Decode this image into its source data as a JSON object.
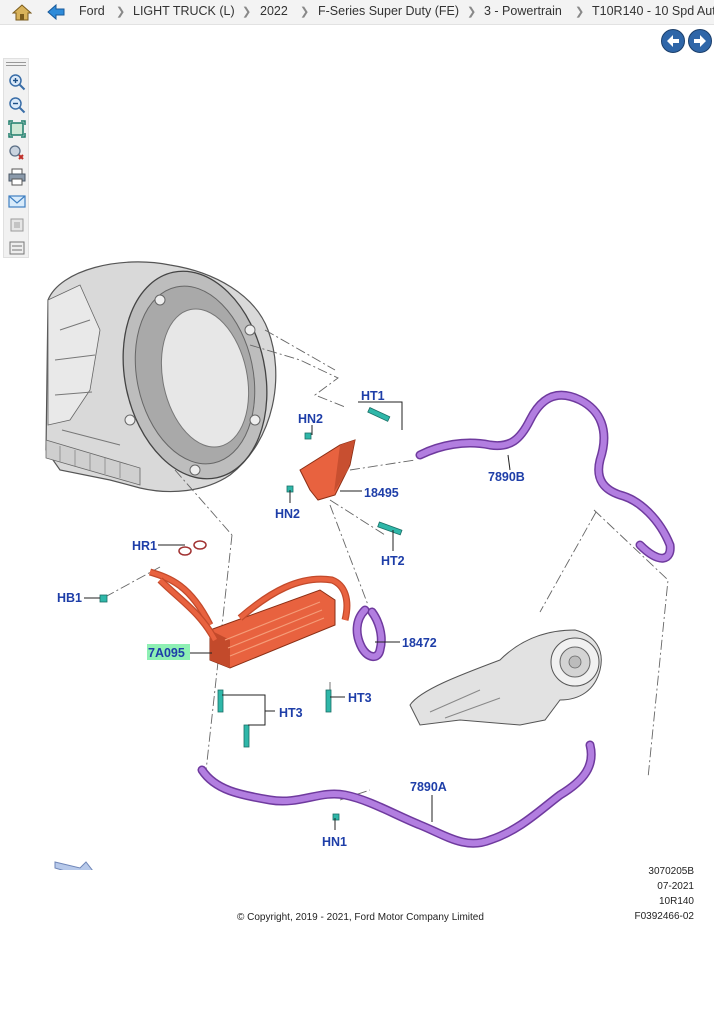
{
  "breadcrumb": {
    "items": [
      "Ford",
      "LIGHT TRUCK (L)",
      "2022",
      "F-Series Super Duty (FE)",
      "3 - Powertrain",
      "T10R140 - 10 Spd Aut"
    ]
  },
  "toolbar": {
    "tools": [
      "zoom-in-icon",
      "zoom-out-icon",
      "fit-to-window-icon",
      "reset-view-icon",
      "print-icon",
      "email-icon",
      "tool-7-icon",
      "tool-8-icon"
    ]
  },
  "diagram": {
    "callouts": [
      "HT1",
      "HN2",
      "HN2",
      "18495",
      "7890B",
      "HT2",
      "HR1",
      "HB1",
      "7A095",
      "18472",
      "HT3",
      "HT3",
      "7890A",
      "HN1"
    ],
    "highlighted_part": "7A095",
    "colors": {
      "callout": "#1e3ea8",
      "hose": "#a066d6",
      "cooler": "#e8623f",
      "highlight": "#8ef0b4",
      "fastener": "#2fb7a9"
    }
  },
  "meta": {
    "lines": [
      "3070205B",
      "07-2021",
      "10R140",
      "F0392466-02"
    ]
  },
  "copyright": "© Copyright, 2019 - 2021, Ford Motor Company Limited"
}
